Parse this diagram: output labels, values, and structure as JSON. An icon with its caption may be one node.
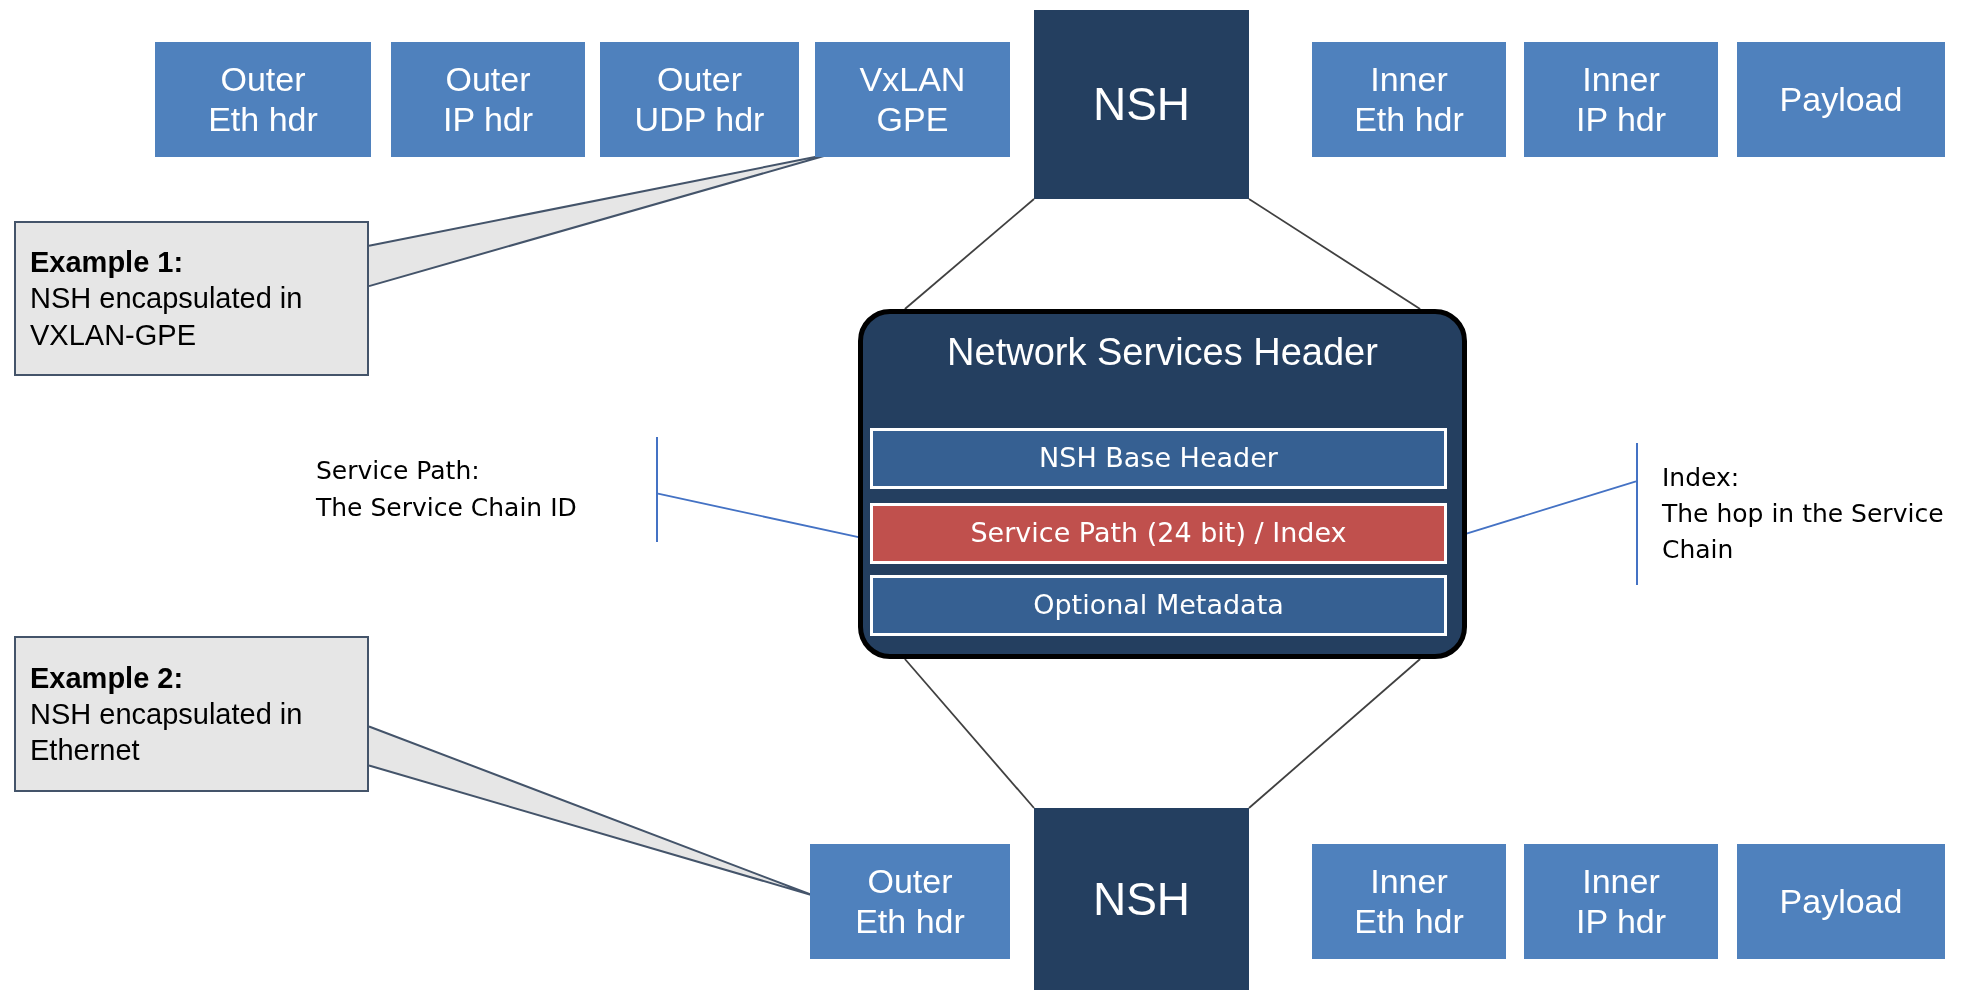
{
  "diagram": {
    "nodes": [
      {
        "text": [
          "Outer Eth hdr"
        ]
      },
      {
        "text": [
          "Outer IP hdr"
        ]
      },
      {
        "text": [
          "Outer UDP hdr"
        ]
      },
      {
        "text": [
          "VxLAN GPE"
        ]
      },
      {
        "text": [
          "NSH"
        ]
      },
      {
        "text": [
          "Inner Eth hdr"
        ]
      },
      {
        "text": [
          "Inner IP hdr"
        ]
      },
      {
        "text": [
          "Payload"
        ]
      },
      {
        "text": [
          "Example 1:",
          "NSH encapsulated in VXLAN-GPE"
        ]
      },
      {
        "text": [
          "Service Path:",
          "The Service Chain ID"
        ]
      },
      {
        "text": [
          "Network Services Header"
        ]
      },
      {
        "text": [
          "NSH Base Header"
        ],
        "in": 10
      },
      {
        "text": [
          "Service Path (24 bit) / Index"
        ],
        "in": 10
      },
      {
        "text": [
          "Optional Metadata"
        ],
        "in": 10
      },
      {
        "text": [
          "Index:",
          "The hop in the Service Chain"
        ]
      },
      {
        "text": [
          "Example 2:",
          "NSH encapsulated in Ethernet"
        ]
      },
      {
        "text": [
          "Outer Eth hdr"
        ]
      },
      {
        "text": [
          "NSH"
        ]
      },
      {
        "text": [
          "Inner Eth hdr"
        ]
      },
      {
        "text": [
          "Inner IP hdr"
        ]
      },
      {
        "text": [
          "Payload"
        ]
      }
    ],
    "edges": [
      {
        "from": 8,
        "to": 3,
        "arrow": "none"
      },
      {
        "from": 4,
        "to": 10,
        "arrow": "none"
      },
      {
        "from": 4,
        "to": 10,
        "arrow": "none"
      },
      {
        "from": 10,
        "to": 17,
        "arrow": "none"
      },
      {
        "from": 10,
        "to": 17,
        "arrow": "none"
      },
      {
        "from": 9,
        "to": 12,
        "arrow": "none",
        "color": "#4472c4"
      },
      {
        "from": 14,
        "to": 12,
        "arrow": "none",
        "color": "#4472c4"
      },
      {
        "from": 15,
        "to": 16,
        "arrow": "none"
      }
    ]
  }
}
